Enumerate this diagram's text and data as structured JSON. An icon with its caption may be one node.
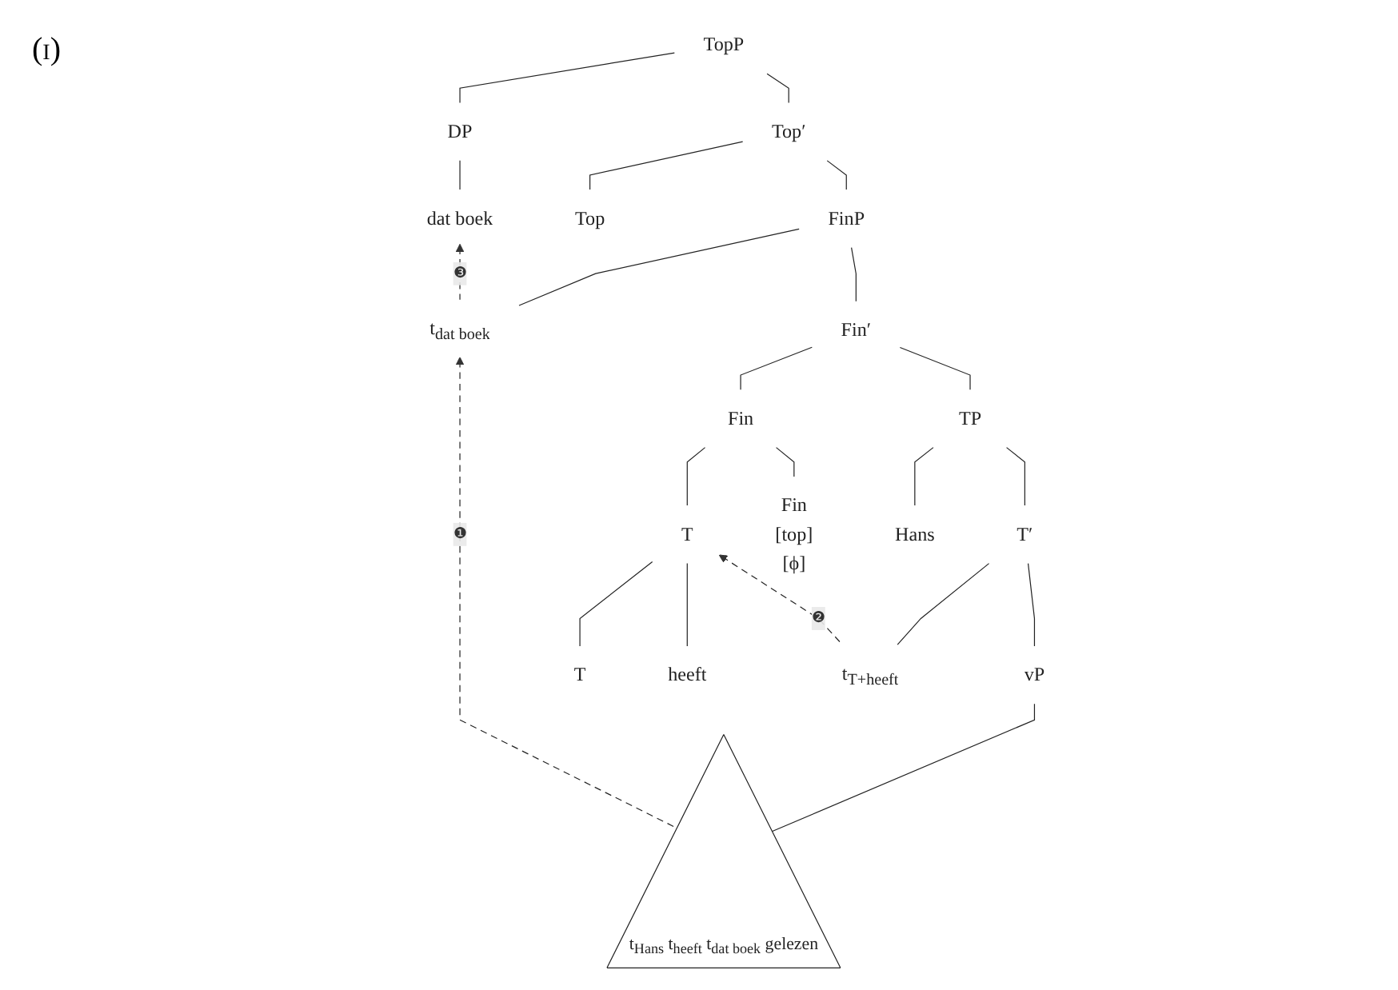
{
  "diagram": {
    "nodes": [
      {
        "text": [
          "TopP"
        ]
      },
      {
        "text": [
          "DP"
        ]
      },
      {
        "text": [
          "Top′"
        ]
      },
      {
        "text": [
          "dat boek"
        ]
      },
      {
        "text": [
          "Top"
        ]
      },
      {
        "text": [
          "FinP"
        ]
      },
      {
        "text": [
          "t$_{dat boek}$"
        ]
      },
      {
        "text": [
          "Fin′"
        ]
      },
      {
        "text": [
          "Fin"
        ]
      },
      {
        "text": [
          "TP"
        ]
      },
      {
        "text": [
          "T"
        ]
      },
      {
        "text": [
          "Fin",
          "[top]",
          "[ϕ]"
        ]
      },
      {
        "text": [
          "Hans"
        ]
      },
      {
        "text": [
          "T′"
        ]
      },
      {
        "text": [
          "T"
        ]
      },
      {
        "text": [
          "heeft"
        ]
      },
      {
        "text": [
          "t$_{T+heeft}$"
        ]
      },
      {
        "text": [
          "vP"
        ]
      },
      {
        "text": [
          "t$_{Hans}$ t$_{heeft}$ t$_{dat boek}$ gelezen"
        ]
      }
    ],
    "edges": [
      {
        "from": 0,
        "to": 1,
        "arrow": "none"
      },
      {
        "from": 0,
        "to": 2,
        "arrow": "none"
      },
      {
        "from": 1,
        "to": 3,
        "arrow": "none"
      },
      {
        "from": 2,
        "to": 4,
        "arrow": "none"
      },
      {
        "from": 2,
        "to": 5,
        "arrow": "none"
      },
      {
        "from": 5,
        "to": 6,
        "arrow": "none"
      },
      {
        "from": 5,
        "to": 7,
        "arrow": "none"
      },
      {
        "from": 7,
        "to": 8,
        "arrow": "none"
      },
      {
        "from": 7,
        "to": 9,
        "arrow": "none"
      },
      {
        "from": 8,
        "to": 10,
        "arrow": "none"
      },
      {
        "from": 8,
        "to": 11,
        "arrow": "none"
      },
      {
        "from": 9,
        "to": 12,
        "arrow": "none"
      },
      {
        "from": 9,
        "to": 13,
        "arrow": "none"
      },
      {
        "from": 10,
        "to": 14,
        "arrow": "none"
      },
      {
        "from": 10,
        "to": 15,
        "arrow": "none"
      },
      {
        "from": 13,
        "to": 16,
        "arrow": "none"
      },
      {
        "from": 13,
        "to": 17,
        "arrow": "none"
      },
      {
        "from": 17,
        "to": 18,
        "arrow": "none"
      },
      {
        "from": 18,
        "to": 6,
        "arrow": "to",
        "style": "dashed",
        "label": "❶"
      },
      {
        "from": 16,
        "to": 10,
        "arrow": "to",
        "style": "dashed",
        "label": "❷"
      },
      {
        "from": 6,
        "to": 3,
        "arrow": "to",
        "style": "dashed",
        "label": "❸"
      }
    ],
    "labels": [
      "(i)"
    ]
  }
}
